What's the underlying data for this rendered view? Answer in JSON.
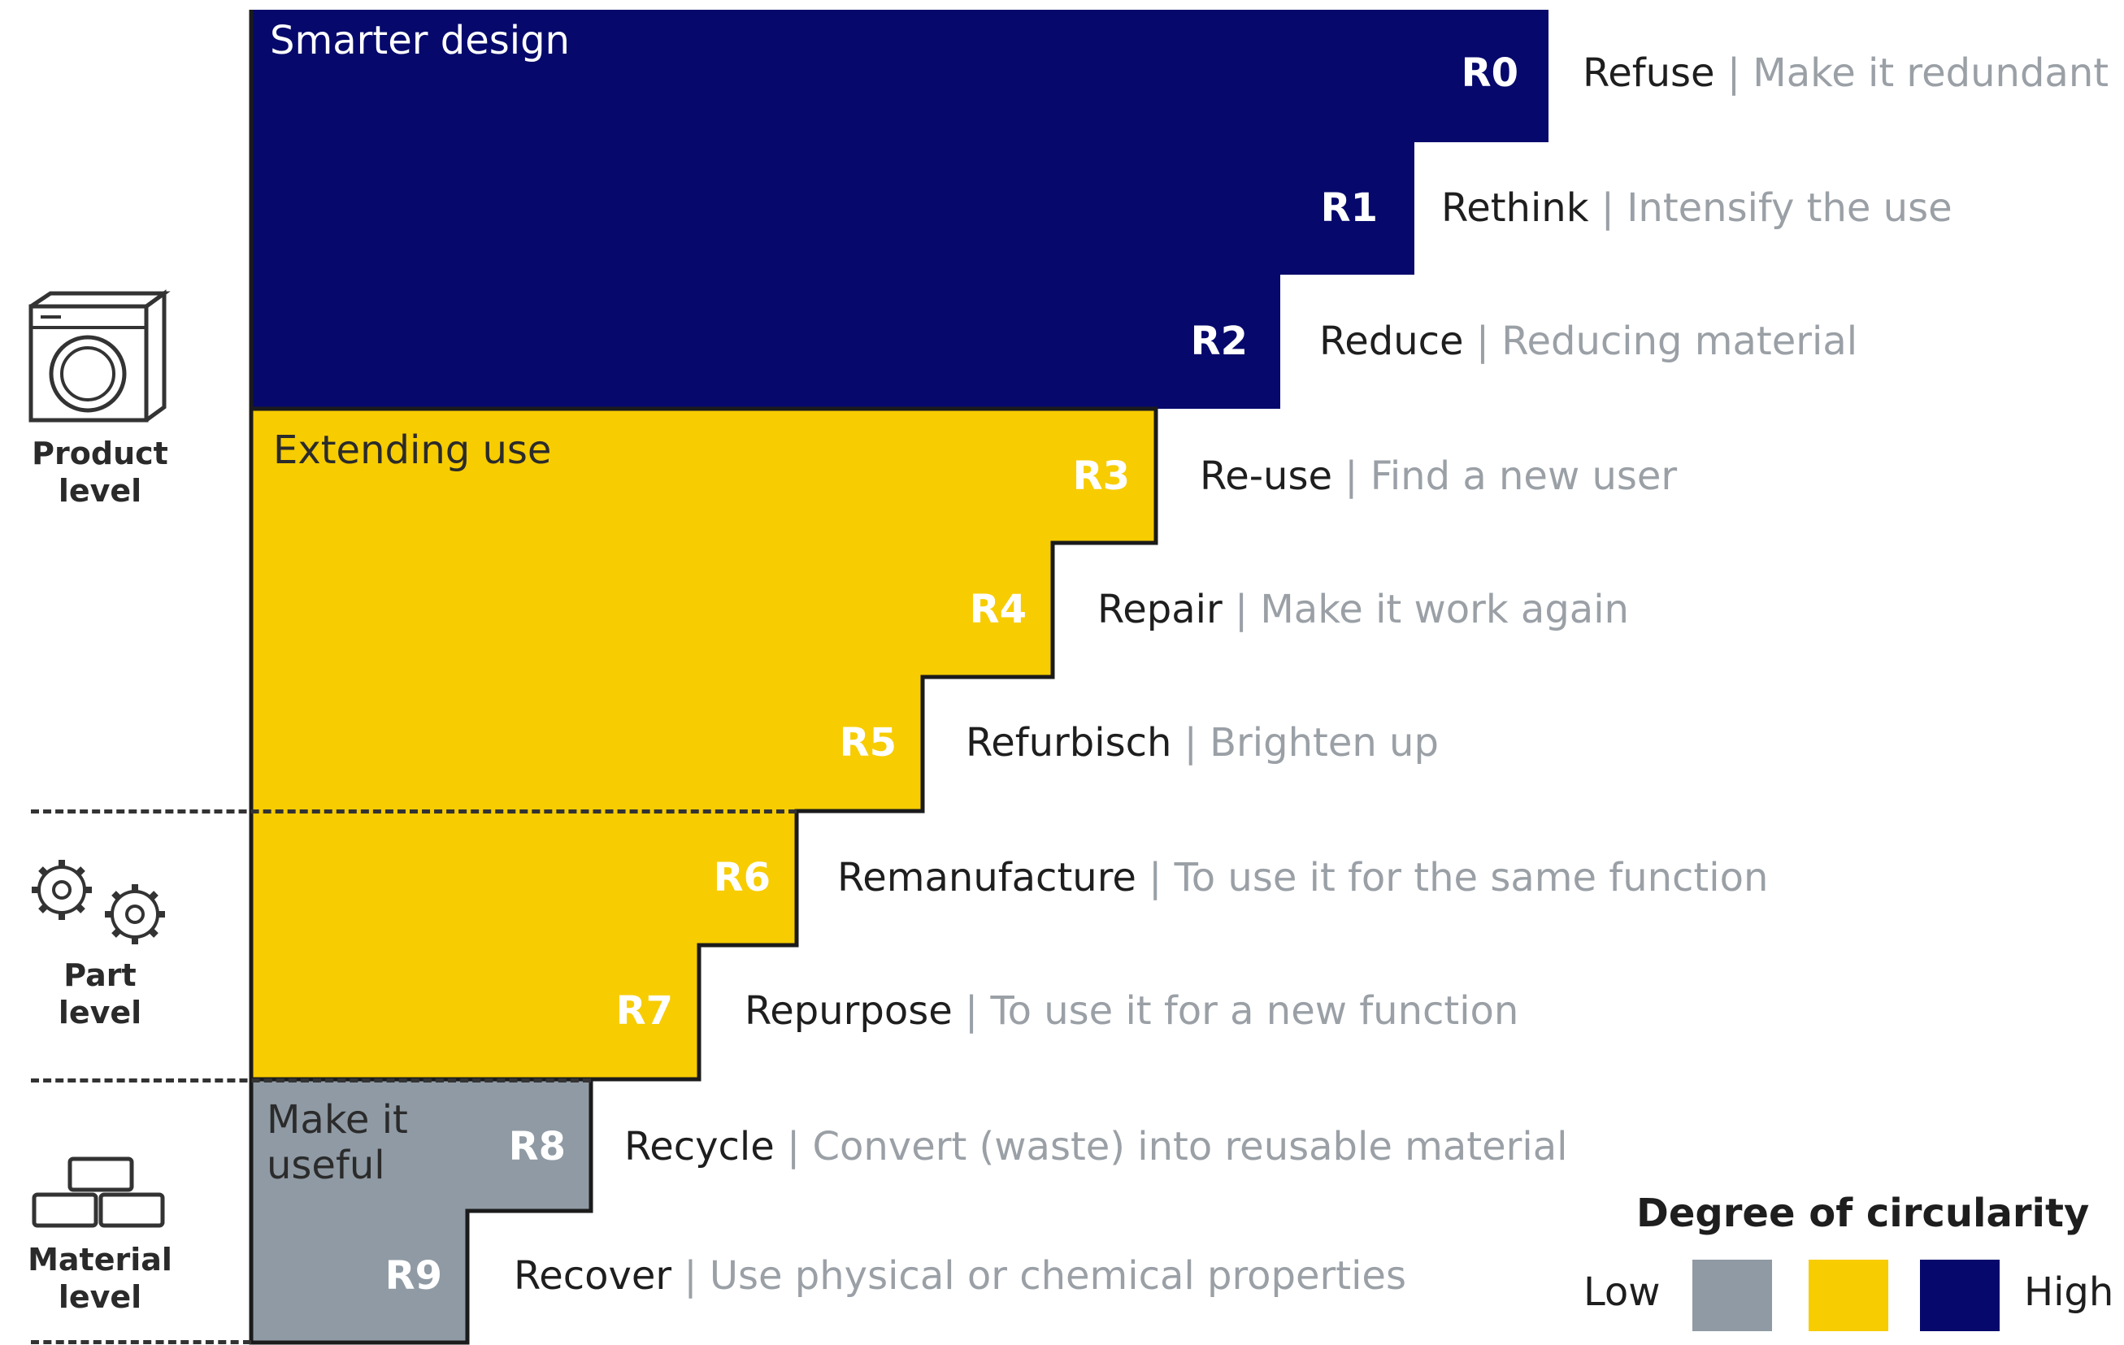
{
  "colors": {
    "smarter": "#06096b",
    "extending": "#f7cc00",
    "useful": "#8f9aa4",
    "name_text": "#1e1e1e",
    "desc_text": "#9aa0a6"
  },
  "sections": {
    "smarter": "Smarter design",
    "extending": "Extending use",
    "useful": "Make it\nuseful"
  },
  "rows": [
    {
      "code": "R0",
      "name": "Refuse",
      "sep": "|",
      "desc": "Make it redundant"
    },
    {
      "code": "R1",
      "name": "Rethink",
      "sep": "|",
      "desc": "Intensify the use"
    },
    {
      "code": "R2",
      "name": "Reduce",
      "sep": "|",
      "desc": "Reducing material"
    },
    {
      "code": "R3",
      "name": "Re-use",
      "sep": "|",
      "desc": "Find a new user"
    },
    {
      "code": "R4",
      "name": "Repair",
      "sep": "|",
      "desc": "Make it work again"
    },
    {
      "code": "R5",
      "name": "Refurbisch",
      "sep": "|",
      "desc": "Brighten up"
    },
    {
      "code": "R6",
      "name": "Remanufacture",
      "sep": "|",
      "desc": "To use it for the same function"
    },
    {
      "code": "R7",
      "name": "Repurpose",
      "sep": "|",
      "desc": "To use it for a new function"
    },
    {
      "code": "R8",
      "name": "Recycle",
      "sep": "|",
      "desc": "Convert (waste) into reusable material"
    },
    {
      "code": "R9",
      "name": "Recover",
      "sep": "|",
      "desc": "Use physical or chemical properties"
    }
  ],
  "levels": [
    {
      "label": "Product\nlevel",
      "icon": "washing-machine-icon"
    },
    {
      "label": "Part\nlevel",
      "icon": "gears-icon"
    },
    {
      "label": "Material\nlevel",
      "icon": "bricks-icon"
    }
  ],
  "legend": {
    "title": "Degree of circularity",
    "low": "Low",
    "high": "High",
    "swatches": [
      "#8f9aa4",
      "#f7cc00",
      "#06096b"
    ]
  }
}
